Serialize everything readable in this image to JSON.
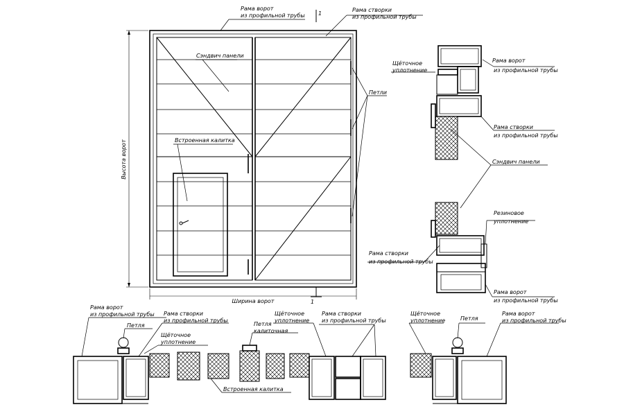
{
  "labels": {
    "frame_gate": "Рама ворот",
    "from_profile_pipe": "из профильной трубы",
    "frame_leaf": "Рама створки",
    "sandwich_panel": "Сэндвич панели",
    "hinges": "Петли",
    "built_in_door": "Встроенная калитка",
    "gate_height": "Высота ворот",
    "gate_width": "Ширина ворот",
    "brush_seal": "Щёточное",
    "seal_word": "уплотнение",
    "rubber_seal": "Резиновое",
    "hinge": "Петля",
    "hinge_door": "Петля",
    "door_word": "калиточная",
    "section_mark_1": "1",
    "section_mark_2": "1"
  }
}
